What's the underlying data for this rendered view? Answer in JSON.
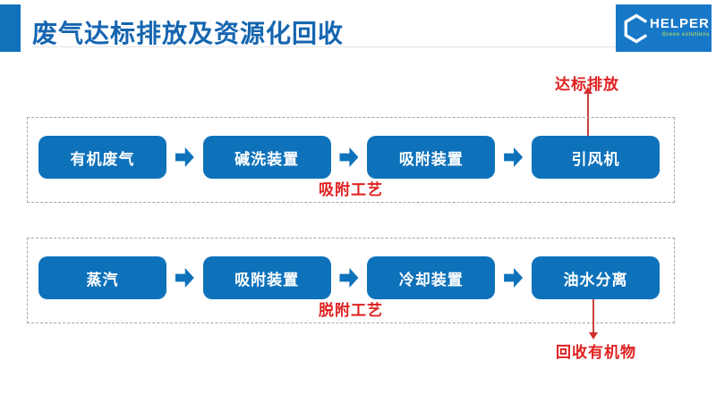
{
  "page": {
    "title": "废气达标排放及资源化回收"
  },
  "logo": {
    "name": "HELPER",
    "tagline": "Green solutions"
  },
  "colors": {
    "box_blue": "#0E72BB",
    "title_blue": "#1565B0",
    "logo_blue": "#1878C8",
    "accent_red": "#E02020",
    "dashed_border_gray": "#A6A6A6"
  },
  "flow": {
    "top_annotation": {
      "label": "达标排放"
    },
    "bottom_annotation": {
      "label": "回收有机物"
    },
    "rows": [
      {
        "process_label": "吸附工艺",
        "steps": [
          "有机废气",
          "碱洗装置",
          "吸附装置",
          "引风机"
        ]
      },
      {
        "process_label": "脱附工艺",
        "steps": [
          "蒸汽",
          "吸附装置",
          "冷却装置",
          "油水分离"
        ]
      }
    ]
  }
}
